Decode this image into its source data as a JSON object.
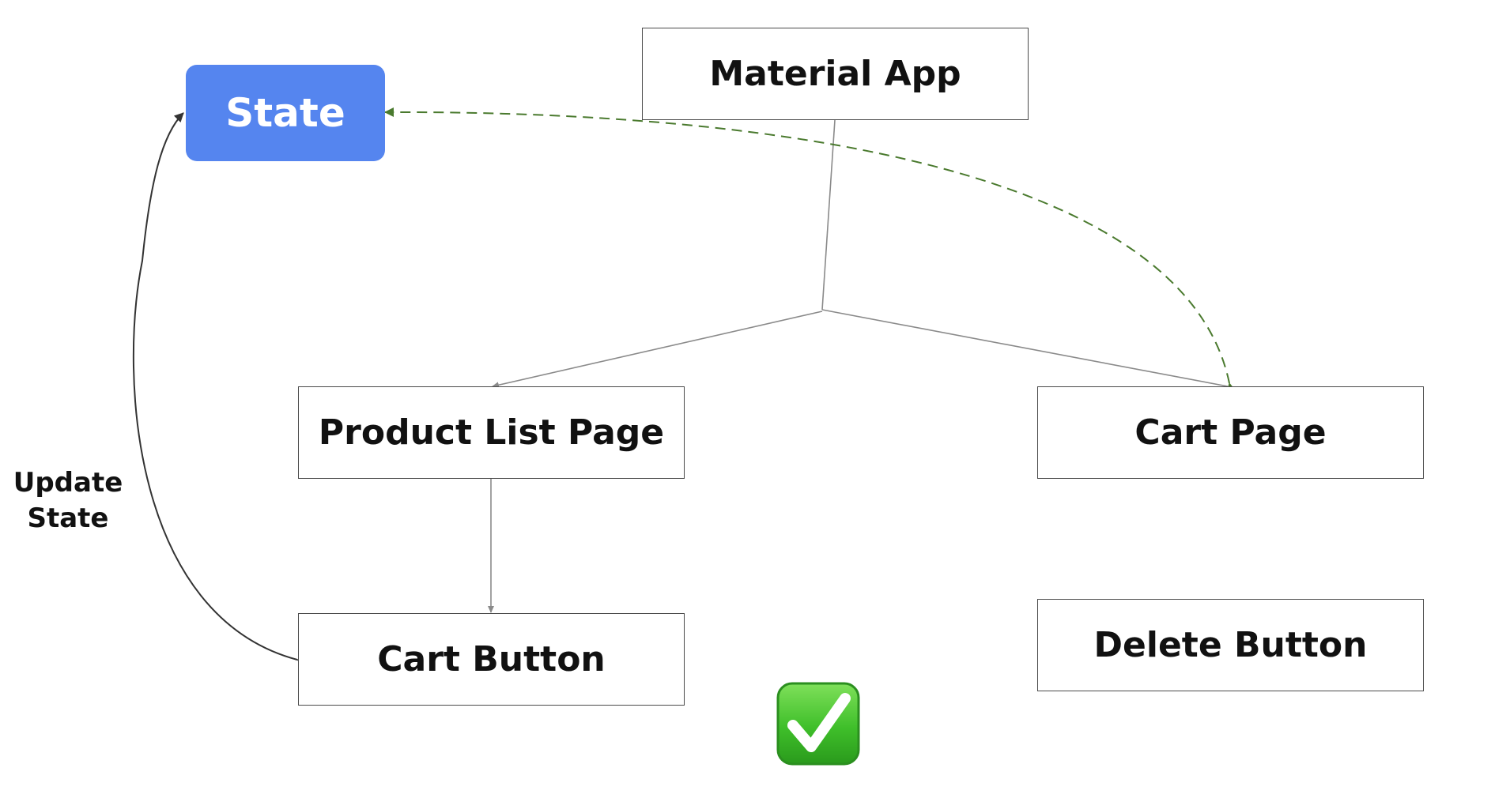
{
  "nodes": {
    "material_app": "Material App",
    "state": "State",
    "product_list_page": "Product List Page",
    "cart_page": "Cart Page",
    "cart_button": "Cart Button",
    "delete_button": "Delete Button"
  },
  "edge_labels": {
    "update_state_line1": "Update",
    "update_state_line2": "State"
  },
  "icons": {
    "status": "check-mark-button-icon"
  },
  "colors": {
    "state_fill": "#5585ef",
    "state_link": "#4a7a2e",
    "check_green": "#3fbf2a",
    "tree_line": "#8a8a8a"
  }
}
